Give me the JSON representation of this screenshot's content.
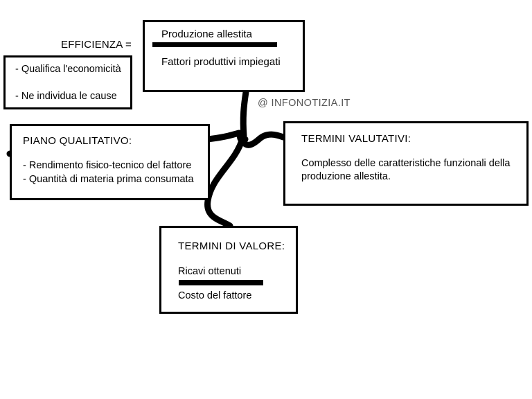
{
  "diagram": {
    "title_label": "EFFICIENZA =",
    "watermark": "@ INFONOTIZIA.IT",
    "boxes": {
      "definizione": {
        "line_1": "- Qualifica l'economicità",
        "line_2": "- Ne individua le cause"
      },
      "formula": {
        "numerator": "Produzione allestita",
        "denominator": "Fattori produttivi impiegati"
      },
      "piano_qualitativo": {
        "title": "PIANO QUALITATIVO:",
        "item_1": "- Rendimento fisico-tecnico del fattore",
        "item_2": "- Quantità di materia prima consumata"
      },
      "termini_valutativi": {
        "title": "TERMINI VALUTATIVI:",
        "body_line_1": "Complesso delle caratteristiche funzionali della",
        "body_line_2": "produzione allestita."
      },
      "termini_di_valore": {
        "title": "TERMINI DI VALORE:",
        "numerator": "Ricavi ottenuti",
        "denominator": "Costo del fattore"
      }
    },
    "colors": {
      "stroke": "#000000",
      "background": "#ffffff",
      "watermark": "#555555"
    }
  }
}
